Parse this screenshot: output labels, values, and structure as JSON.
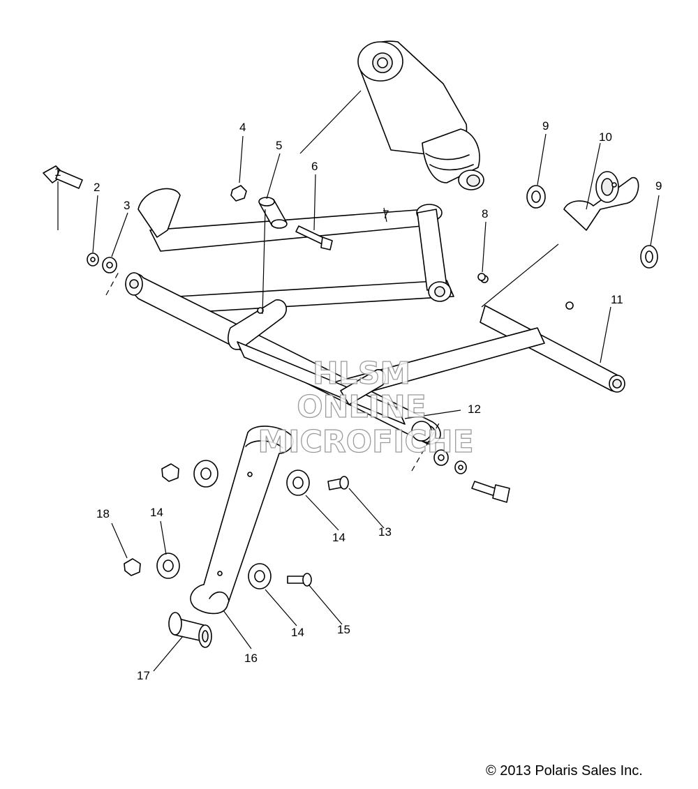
{
  "callouts": {
    "c1": "1",
    "c2": "2",
    "c3": "3",
    "c4": "4",
    "c5": "5",
    "c6": "6",
    "c7": "7",
    "c8": "8",
    "c9a": "9",
    "c9b": "9",
    "c10": "10",
    "c11": "11",
    "c12": "12",
    "c13": "13",
    "c14a": "14",
    "c14b": "14",
    "c14c": "14",
    "c15": "15",
    "c16": "16",
    "c17": "17",
    "c18": "18"
  },
  "watermark": {
    "line1": "HLSM",
    "line2": "ONLINE",
    "line3": "MICROFICHE"
  },
  "copyright": "© 2013 Polaris Sales Inc."
}
